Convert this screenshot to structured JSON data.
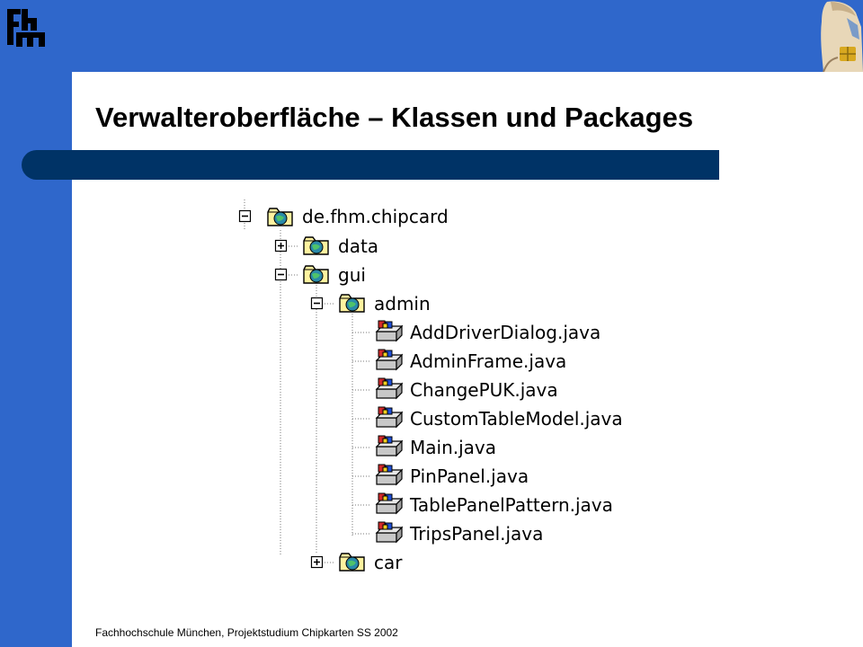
{
  "title": "Verwalteroberfläche – Klassen und Packages",
  "footer": "Fachhochschule München, Projektstudium Chipkarten  SS 2002",
  "logo_text": "fhm",
  "colors": {
    "background_blue": "#2f67cb",
    "title_bar": "#003366",
    "folder_yellow": "#fff3a0",
    "folder_globe": "#2a8aa8"
  },
  "icons": {
    "folder": "package-folder-icon",
    "file": "java-class-icon",
    "expand": "plus-box-icon",
    "collapse": "minus-box-icon"
  },
  "tree": {
    "root": {
      "label": "de.fhm.chipcard",
      "state": "expanded"
    },
    "data": {
      "label": "data",
      "state": "collapsed"
    },
    "gui": {
      "label": "gui",
      "state": "expanded"
    },
    "admin": {
      "label": "admin",
      "state": "expanded"
    },
    "files": [
      "AddDriverDialog.java",
      "AdminFrame.java",
      "ChangePUK.java",
      "CustomTableModel.java",
      "Main.java",
      "PinPanel.java",
      "TablePanelPattern.java",
      "TripsPanel.java"
    ],
    "car": {
      "label": "car",
      "state": "collapsed"
    }
  }
}
